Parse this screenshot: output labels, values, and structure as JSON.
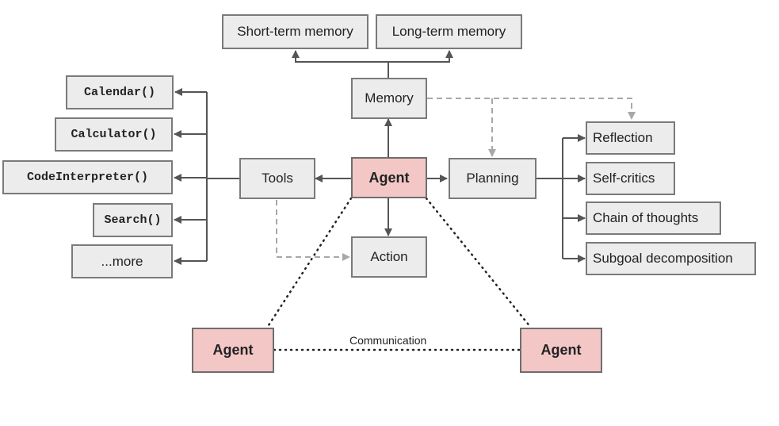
{
  "nodes": {
    "short_term_memory": "Short-term memory",
    "long_term_memory": "Long-term memory",
    "memory": "Memory",
    "tools": "Tools",
    "agent_center": "Agent",
    "planning": "Planning",
    "action": "Action",
    "calendar": "Calendar()",
    "calculator": "Calculator()",
    "code_interpreter": "CodeInterpreter()",
    "search": "Search()",
    "more": "...more",
    "reflection": "Reflection",
    "self_critics": "Self-critics",
    "chain_of_thoughts": "Chain of thoughts",
    "subgoal_decomposition": "Subgoal decomposition",
    "agent_left": "Agent",
    "agent_right": "Agent"
  },
  "edge_labels": {
    "communication": "Communication"
  },
  "colors": {
    "box_fill": "#ececec",
    "agent_fill": "#f4c7c7",
    "solid_line": "#555555",
    "dashed_line": "#a8a8a8",
    "dotted_line": "#222222"
  }
}
